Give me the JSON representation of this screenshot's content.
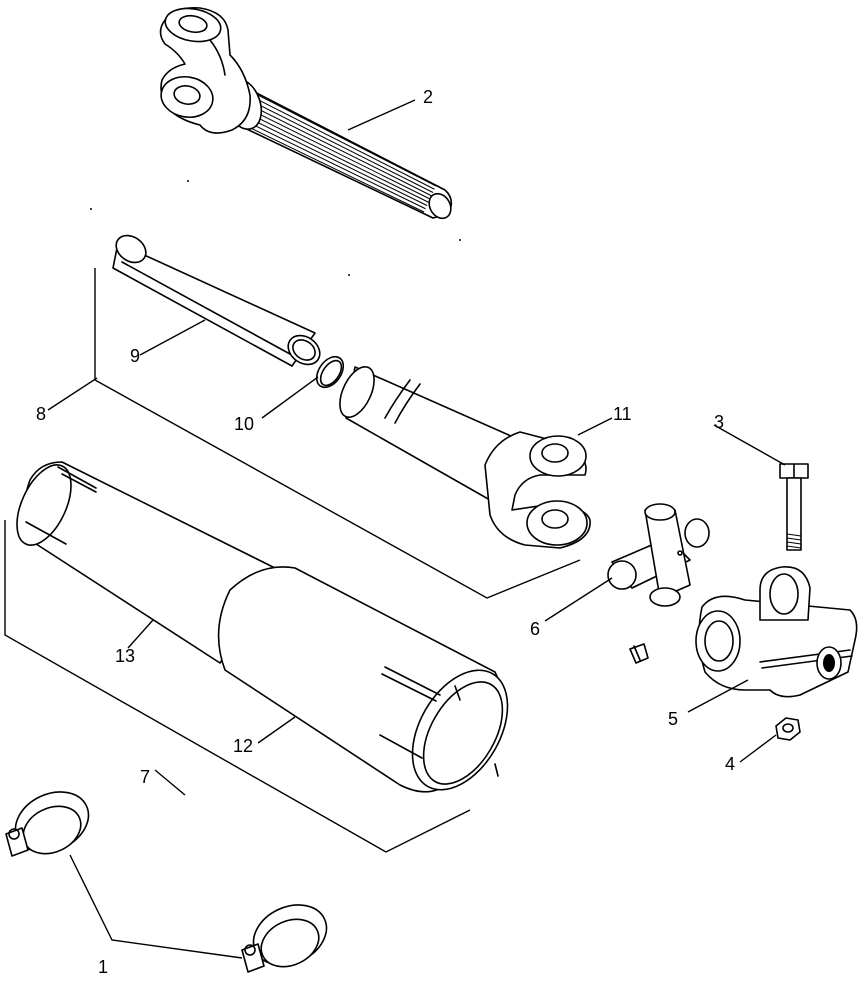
{
  "callouts": [
    {
      "id": "1",
      "label": "1"
    },
    {
      "id": "2",
      "label": "2"
    },
    {
      "id": "3",
      "label": "3"
    },
    {
      "id": "4",
      "label": "4"
    },
    {
      "id": "5",
      "label": "5"
    },
    {
      "id": "6",
      "label": "6"
    },
    {
      "id": "7",
      "label": "7"
    },
    {
      "id": "8",
      "label": "8"
    },
    {
      "id": "9",
      "label": "9"
    },
    {
      "id": "10",
      "label": "10"
    },
    {
      "id": "11",
      "label": "11"
    },
    {
      "id": "12",
      "label": "12"
    },
    {
      "id": "13",
      "label": "13"
    }
  ]
}
